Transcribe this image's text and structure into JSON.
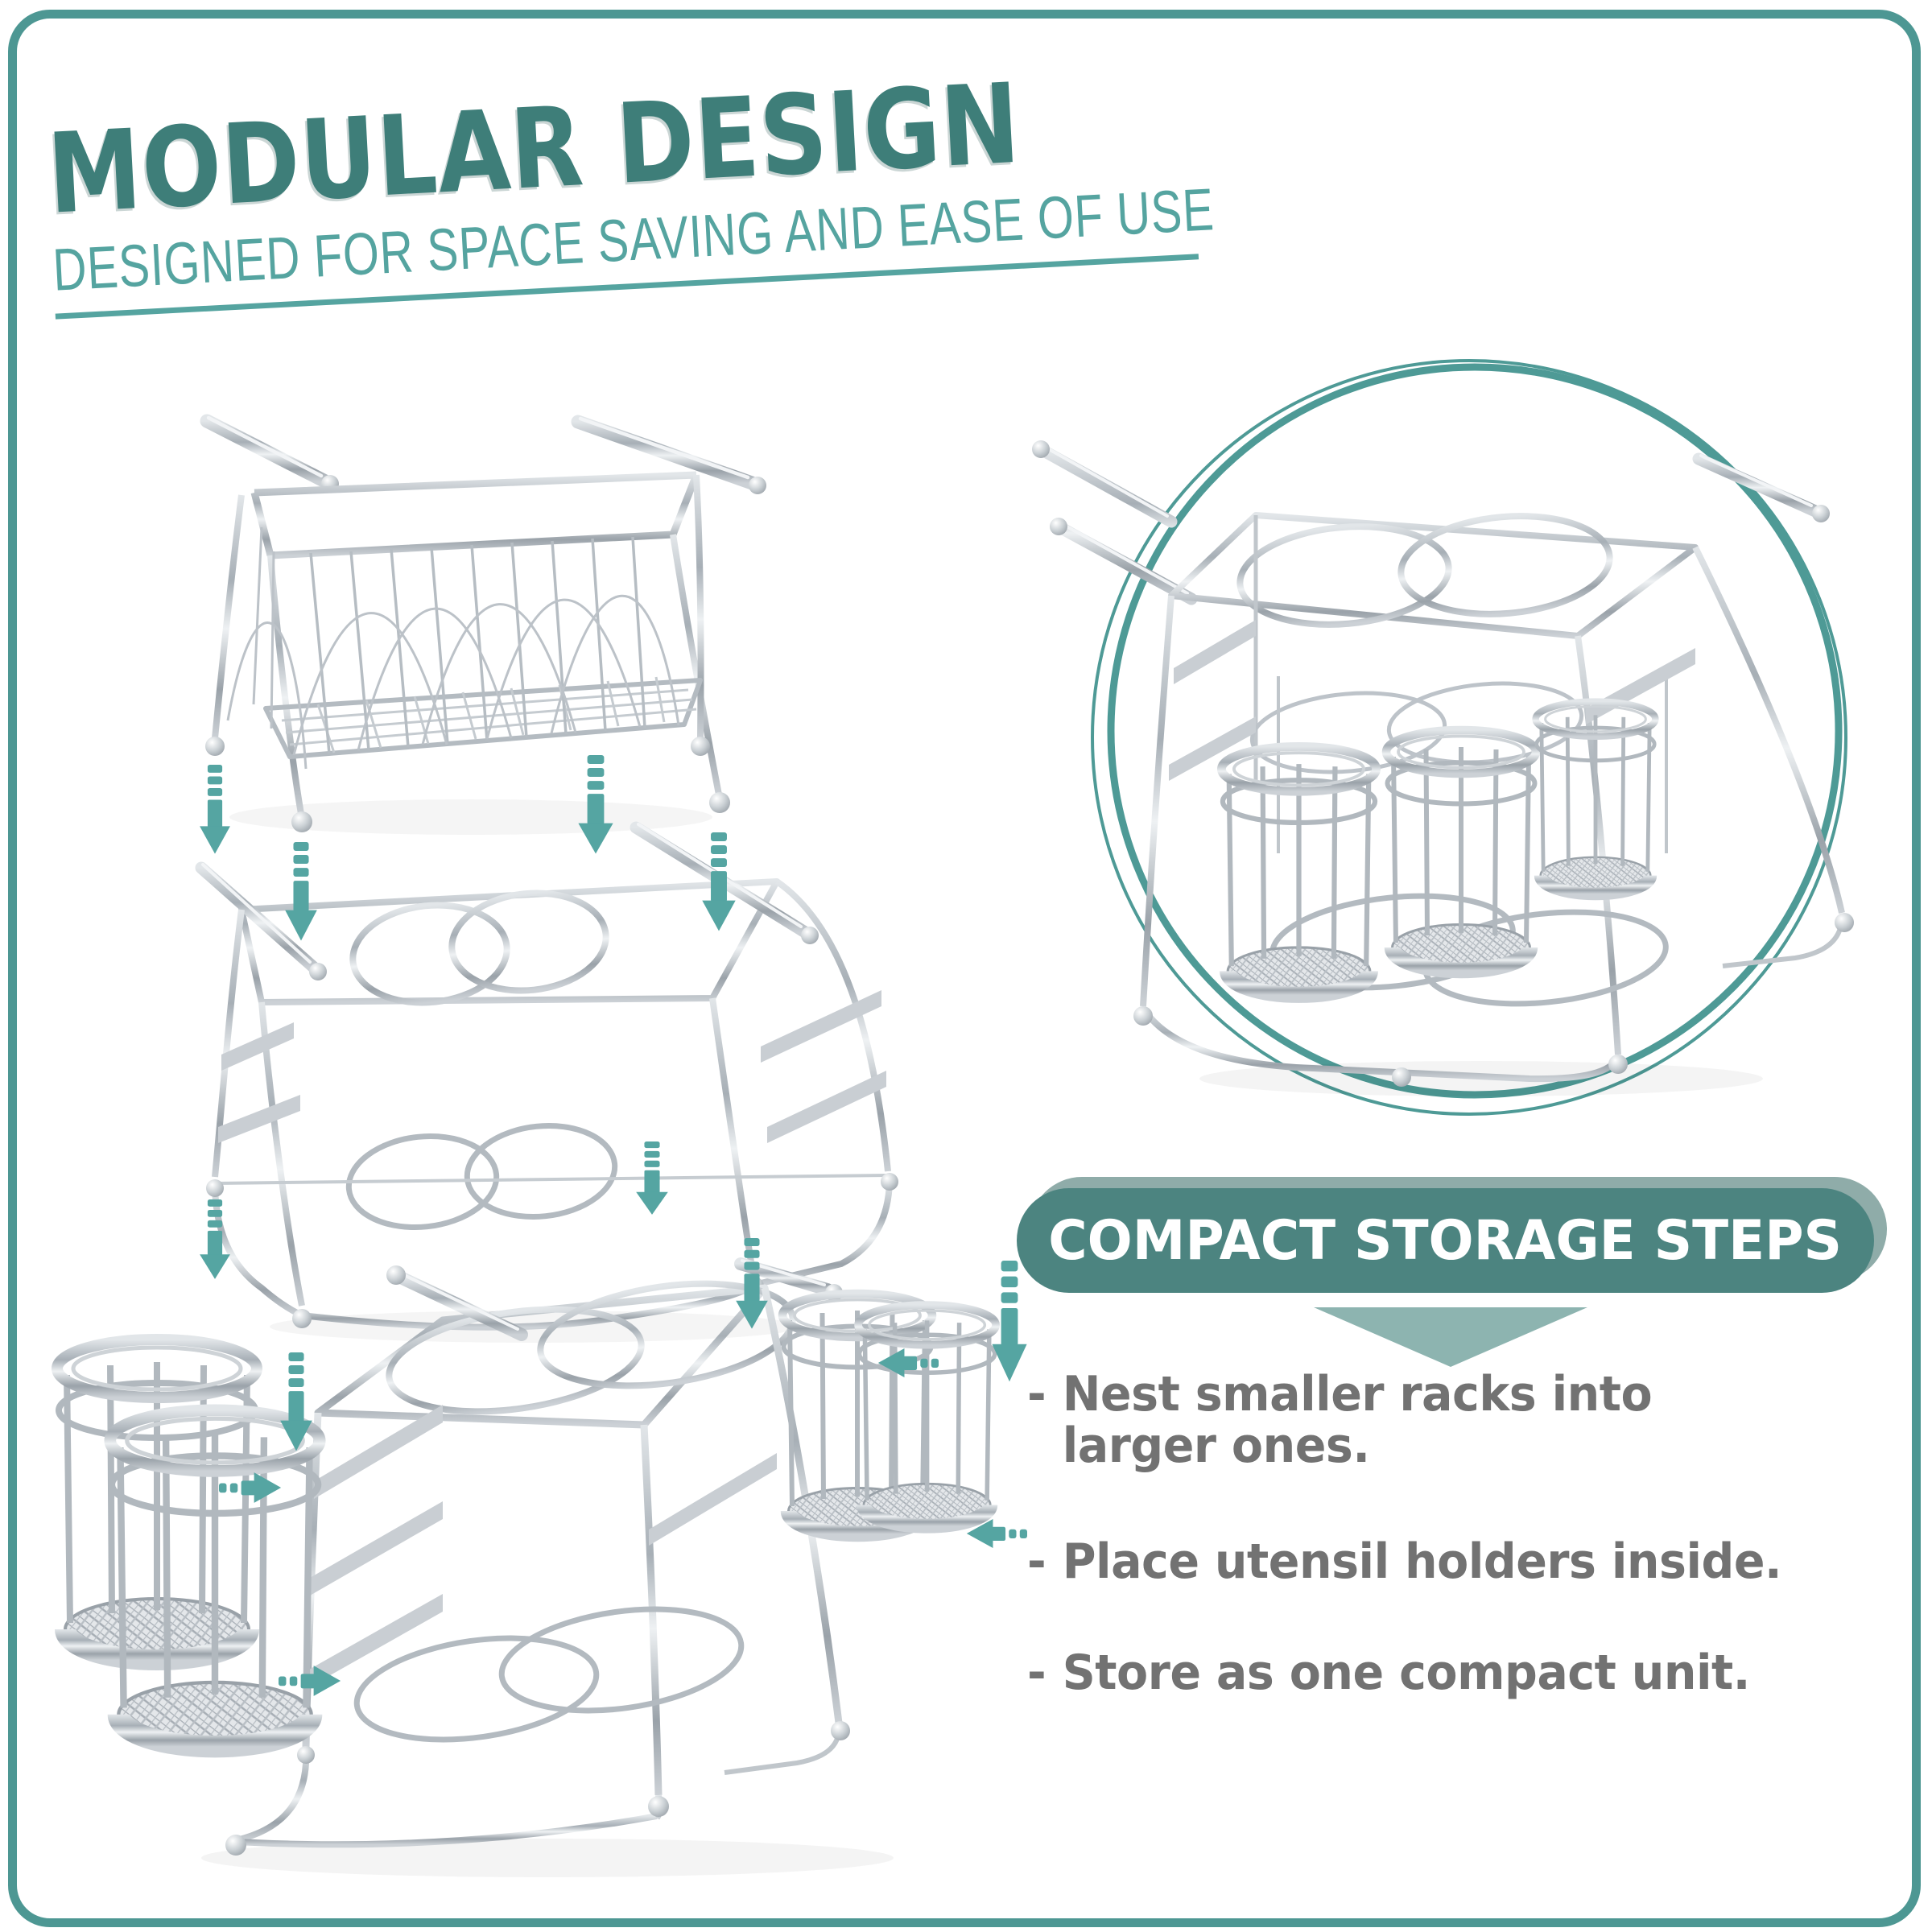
{
  "page": {
    "background": "#ffffff",
    "frame_color": "#4D9793"
  },
  "header": {
    "title": "MODULAR DESIGN",
    "subtitle": "DESIGNED FOR SPACE SAVING AND EASE OF USE",
    "title_color": "#3E7E79",
    "subtitle_color": "#55A4A0"
  },
  "banner": {
    "label": "COMPACT STORAGE STEPS",
    "background": "#4C8480",
    "shadow_color": "#8FACA9",
    "text_color": "#FFFFFF",
    "pointer_color": "#8DB4B0"
  },
  "steps": {
    "bullet_prefix": "-",
    "text_color": "#727272",
    "items": [
      {
        "lines": [
          "Nest smaller racks into",
          "larger ones."
        ]
      },
      {
        "lines": [
          "Place utensil holders inside."
        ]
      },
      {
        "lines": [
          "Store as one compact unit."
        ]
      }
    ]
  },
  "diagram": {
    "arrow_color": "#55A5A2",
    "ring_color": "#4E9A96",
    "icons": {
      "down_arrow": "dashed-down-arrow-icon",
      "insert_arrow": "dashed-insert-arrow-icon",
      "ring": "highlight-ring-icon"
    },
    "illustrations": [
      "small-basket-rack",
      "medium-utensil-rack",
      "large-utensil-rack-with-holders",
      "nested-compact-unit"
    ]
  }
}
